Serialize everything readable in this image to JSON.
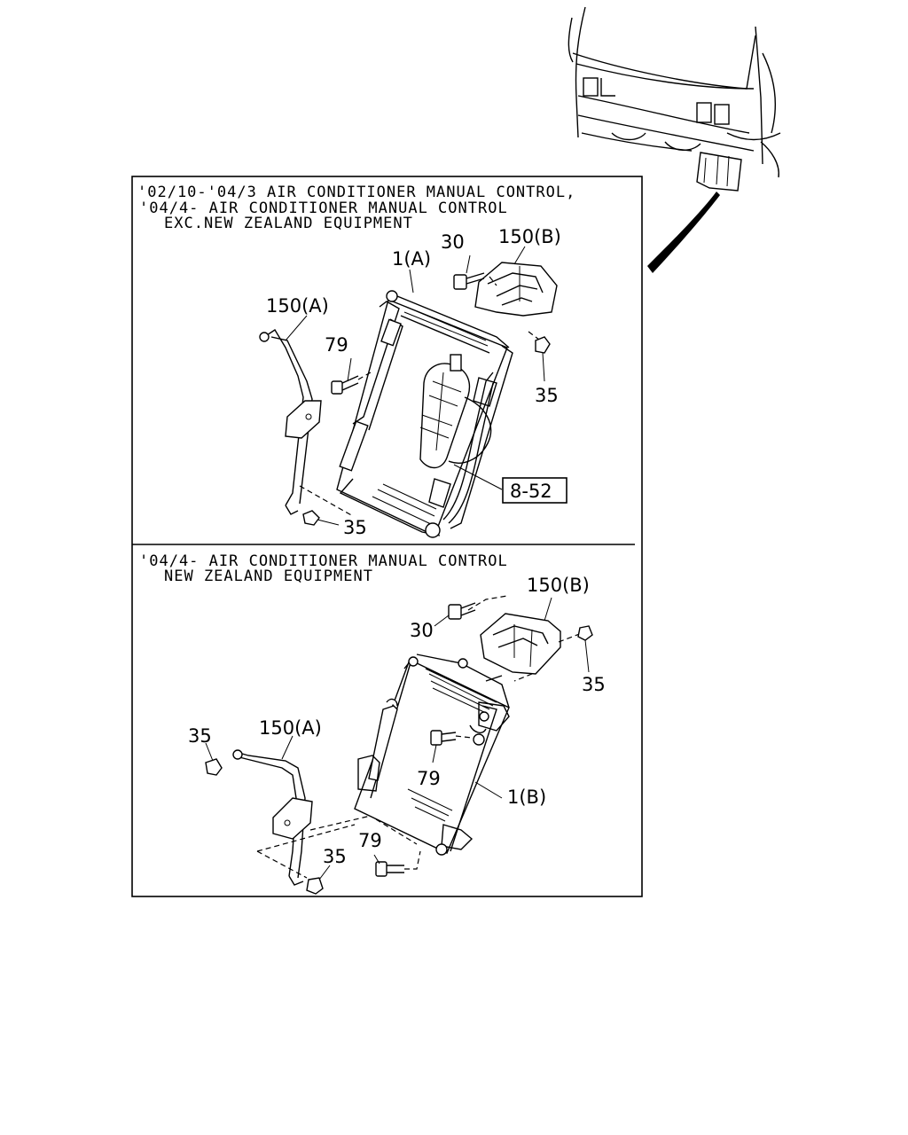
{
  "top_section": {
    "header_lines": [
      "'02/10-'04/3 AIR CONDITIONER MANUAL CONTROL,",
      "'04/4- AIR CONDITIONER MANUAL CONTROL",
      "EXC.NEW ZEALAND EQUIPMENT"
    ],
    "callouts": {
      "bolt_30": "30",
      "bracket_150b": "150(B)",
      "condenser_1a": "1(A)",
      "bracket_150a": "150(A)",
      "bolt_79": "79",
      "nut_35_right": "35",
      "reference_box": "8-52",
      "nut_35_bottom": "35"
    }
  },
  "bottom_section": {
    "header_lines": [
      "'04/4- AIR CONDITIONER MANUAL CONTROL",
      "NEW ZEALAND EQUIPMENT"
    ],
    "callouts": {
      "bracket_150b": "150(B)",
      "bolt_30": "30",
      "nut_35_right": "35",
      "nut_35_left": "35",
      "bracket_150a": "150(A)",
      "bolt_79_upper": "79",
      "condenser_1b": "1(B)",
      "bolt_79_lower": "79",
      "nut_35_bottom": "35"
    }
  }
}
